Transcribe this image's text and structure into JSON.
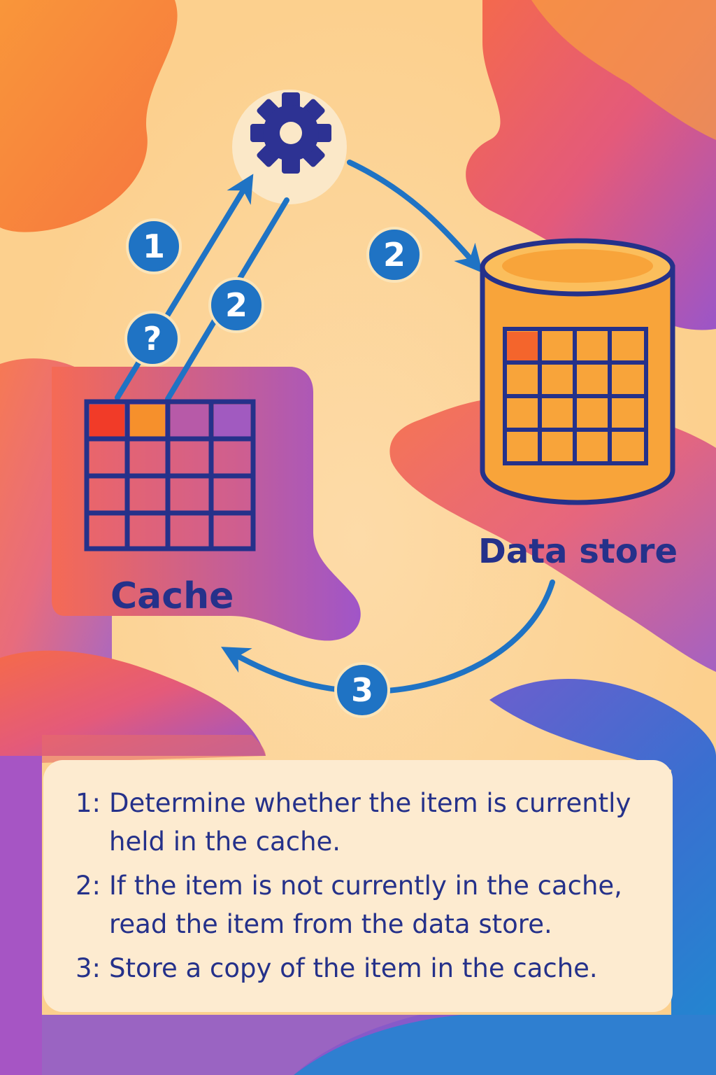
{
  "labels": {
    "cache": "Cache",
    "data_store": "Data store"
  },
  "badges": {
    "step1": "1",
    "question": "?",
    "step2_left": "2",
    "step2_right": "2",
    "step3": "3"
  },
  "icons": {
    "processor": "gear-icon",
    "cache": "grid-table-icon",
    "data_store": "database-cylinder-icon"
  },
  "legend": {
    "steps": [
      {
        "num": "1:",
        "text": "Determine whether the item is currently held in the cache."
      },
      {
        "num": "2:",
        "text": "If the item is not currently in the cache, read the item from the data store."
      },
      {
        "num": "3:",
        "text": "Store a copy of the item in the cache."
      }
    ]
  },
  "colors": {
    "navy": "#25318a",
    "arrow_blue": "#1f73c4",
    "badge_border": "#fbe4b8",
    "legend_bg": "#fdebd0",
    "background": "#fcd08e"
  }
}
